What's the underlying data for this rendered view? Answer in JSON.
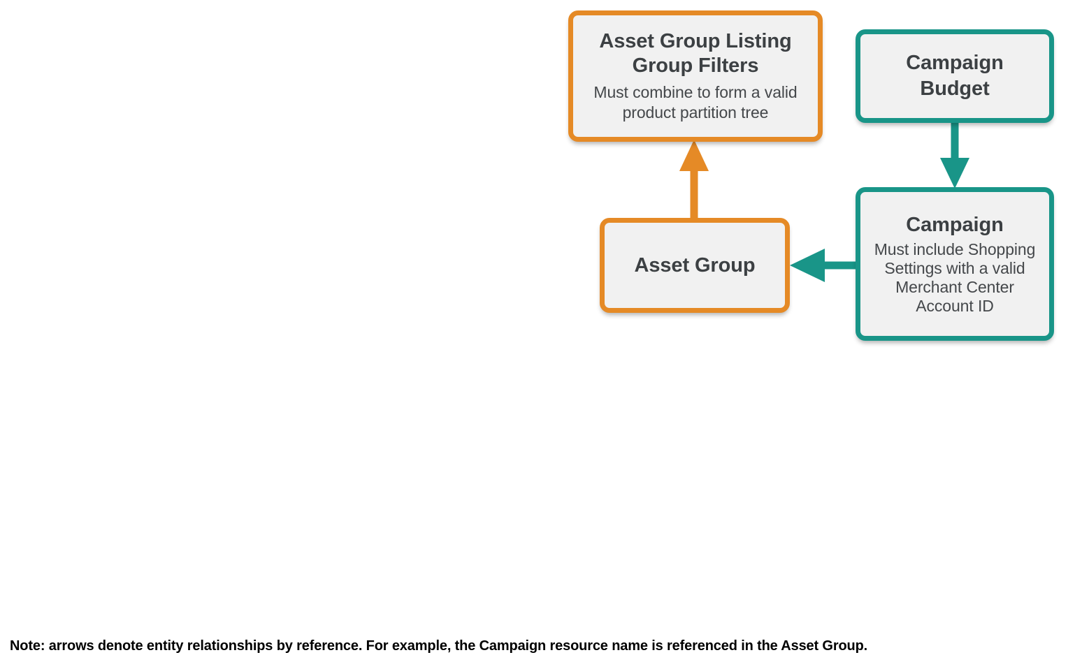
{
  "diagram": {
    "title_hidden": "",
    "colors": {
      "orange": "#e58a26",
      "teal": "#199588",
      "node_fill": "#f1f1f1",
      "title_text": "#3c4043",
      "subtitle_text": "#44474a",
      "note_text": "#000000",
      "background": "#ffffff"
    },
    "nodes": [
      {
        "id": "asset-group-listing-group-filters",
        "title": "Asset Group Listing Group Filters",
        "subtitle": "Must combine to form a valid product partition tree",
        "color": "orange"
      },
      {
        "id": "campaign-budget",
        "title": "Campaign Budget",
        "subtitle": "",
        "color": "teal"
      },
      {
        "id": "asset-group",
        "title": "Asset Group",
        "subtitle": "",
        "color": "orange"
      },
      {
        "id": "campaign",
        "title": "Campaign",
        "subtitle": "Must include Shopping Settings with a valid Merchant Center Account ID",
        "color": "teal"
      }
    ],
    "edges": [
      {
        "id": "asset-group-to-listing-group-filters",
        "from": "asset-group",
        "to": "asset-group-listing-group-filters",
        "direction": "up",
        "color": "orange"
      },
      {
        "id": "campaign-budget-to-campaign",
        "from": "campaign-budget",
        "to": "campaign",
        "direction": "down",
        "color": "teal"
      },
      {
        "id": "campaign-to-asset-group",
        "from": "campaign",
        "to": "asset-group",
        "direction": "left",
        "color": "teal"
      }
    ],
    "note": "Note: arrows denote entity relationships by reference. For example, the Campaign resource name is referenced in the Asset Group."
  }
}
